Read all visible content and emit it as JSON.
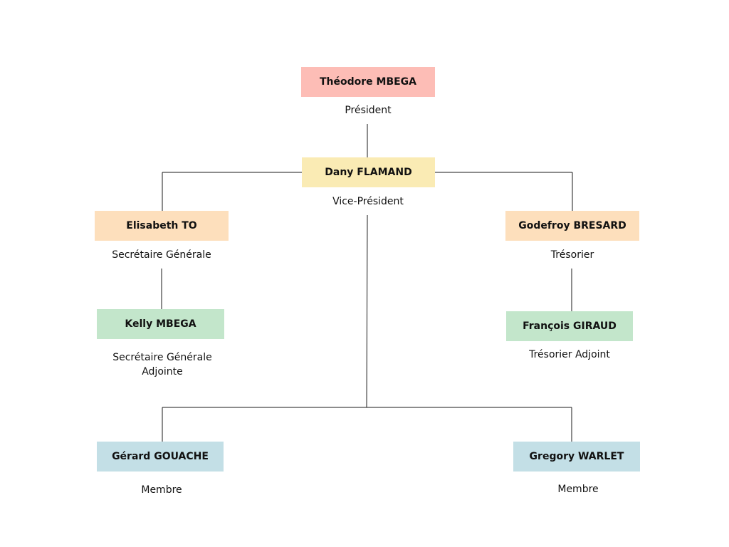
{
  "members": {
    "president": {
      "name": "Théodore MBEGA",
      "role": "Président",
      "color": "#FDBDB6"
    },
    "vice_president": {
      "name": "Dany FLAMAND",
      "role": "Vice-Président",
      "color": "#FAEBB4"
    },
    "secretary": {
      "name": "Elisabeth TO",
      "role": "Secrétaire Générale",
      "color": "#FDDFBC"
    },
    "treasurer": {
      "name": "Godefroy BRESARD",
      "role": "Trésorier",
      "color": "#FDDFBC"
    },
    "deputy_secretary": {
      "name": "Kelly MBEGA",
      "role": "Secrétaire Générale\nAdjointe",
      "color": "#C3E6CB"
    },
    "deputy_treasurer": {
      "name": "François GIRAUD",
      "role": "Trésorier Adjoint",
      "color": "#C3E6CB"
    },
    "member_left": {
      "name": "Gérard GOUACHE",
      "role": "Membre",
      "color": "#C3DFE6"
    },
    "member_right": {
      "name": "Gregory WARLET",
      "role": "Membre",
      "color": "#C3DFE6"
    }
  }
}
